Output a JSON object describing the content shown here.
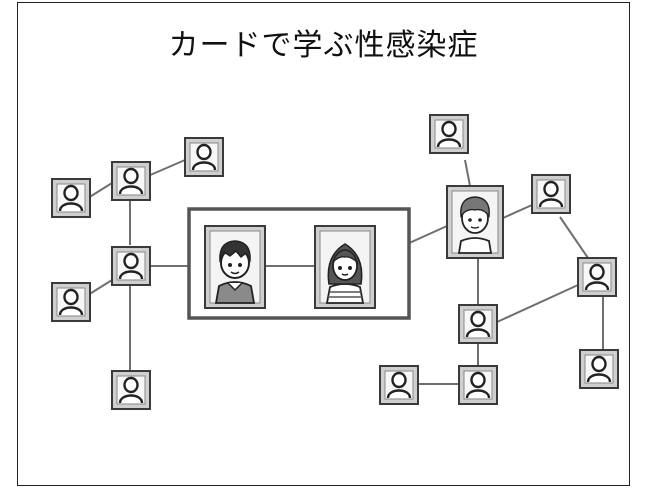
{
  "slide": {
    "title": "カードで学ぶ性感染症"
  },
  "diagram": {
    "couple": {
      "boy": "boy-illustration",
      "girl": "girl-illustration"
    },
    "contact_icon": "person-silhouette-icon",
    "colors": {
      "line": "#6f6f6f",
      "card_border": "#444444",
      "card_fill": "#cfcfcf",
      "highlight_border": "#555555"
    }
  }
}
